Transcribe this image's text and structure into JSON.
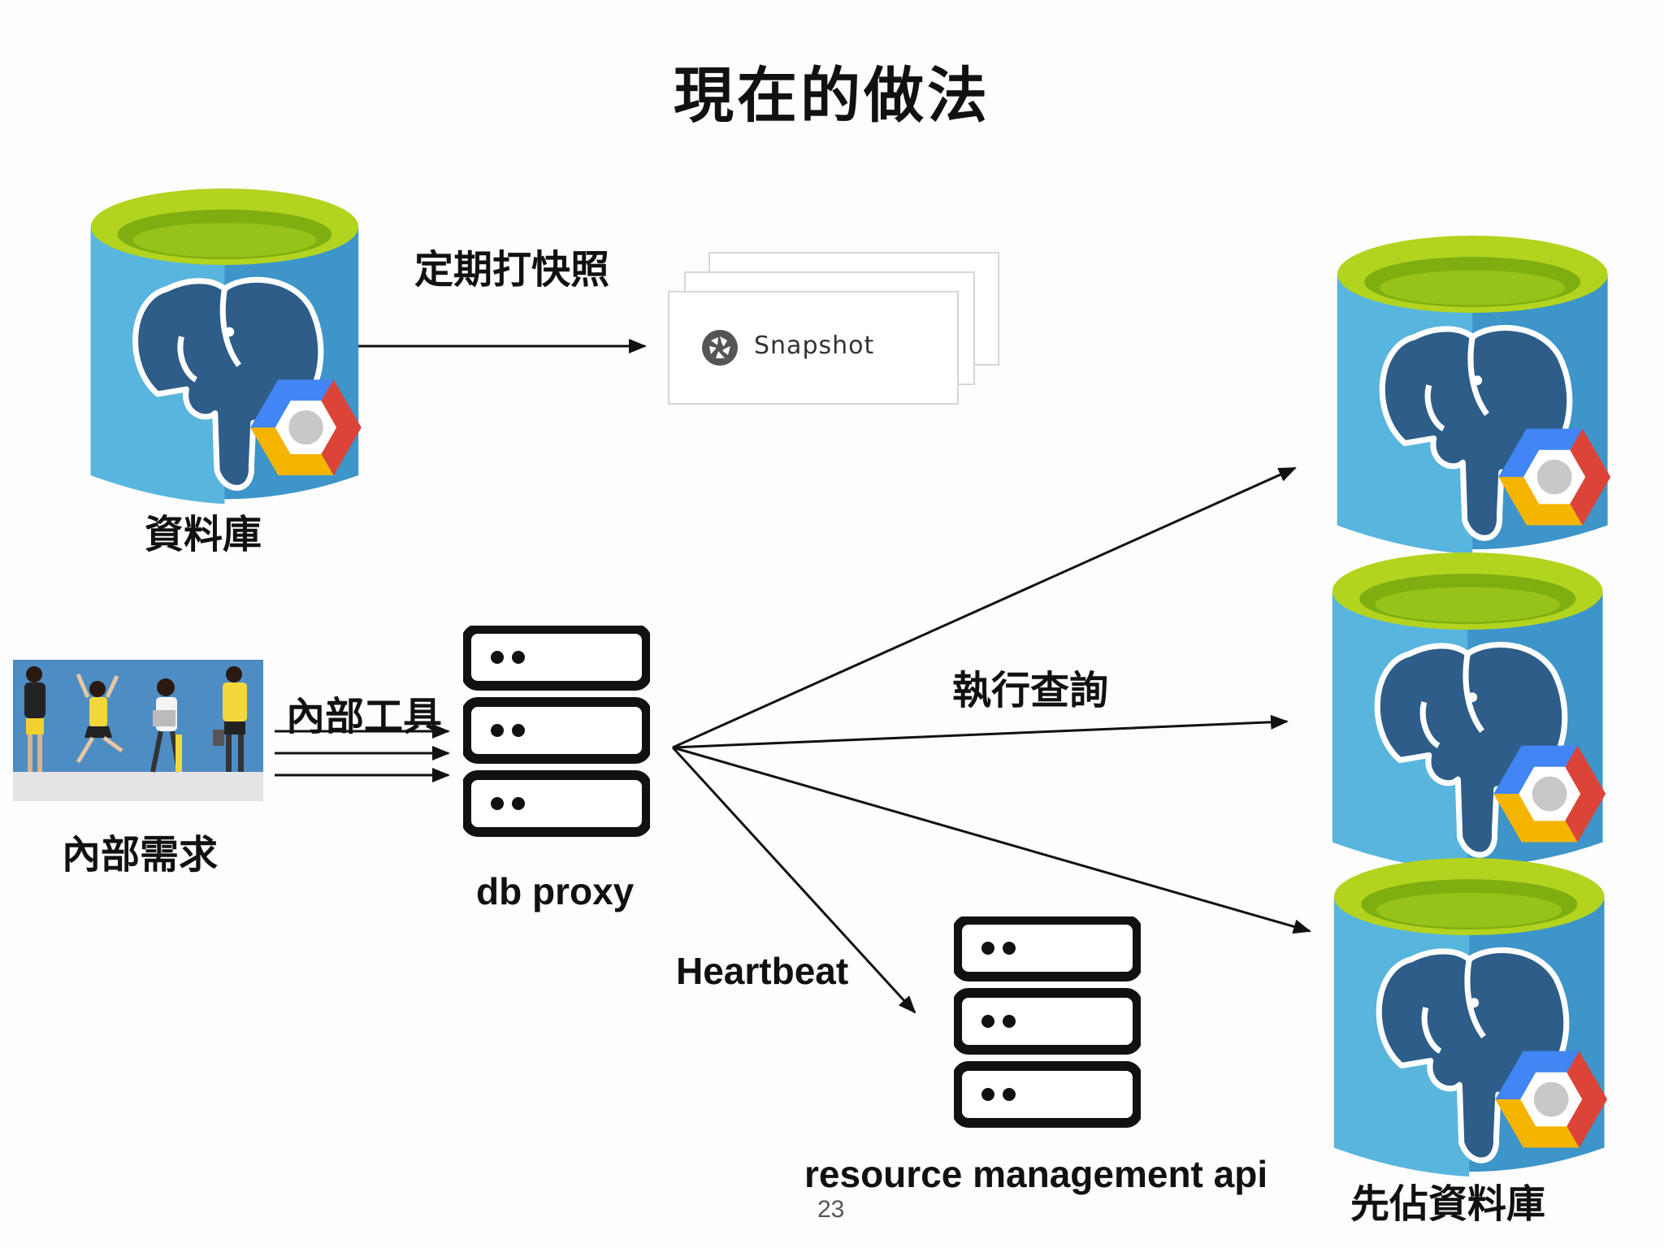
{
  "title": "現在的做法",
  "labels": {
    "source_db": "資料庫",
    "snapshot_action": "定期打快照",
    "internal_needs": "內部需求",
    "internal_tools": "內部工具",
    "proxy": "db proxy",
    "execute_query": "執行查詢",
    "heartbeat": "Heartbeat",
    "resource_api": "resource management api",
    "preempt_db": "先佔資料庫"
  },
  "snapshot": {
    "label": "Snapshot",
    "icon": "camera-shutter-icon"
  },
  "page_number": "23",
  "colors": {
    "db_blue_light": "#57b3dd",
    "db_blue_dark": "#3c94c9",
    "db_green_top": "#a8cc1a",
    "elephant": "#2d5d88",
    "gcp_blue": "#4285f4",
    "gcp_red": "#db4437",
    "gcp_yellow": "#f4b400",
    "server_black": "#111111",
    "arrow": "#111111",
    "poster_blue": "#4e8cc4",
    "poster_yellow": "#f3d73a"
  },
  "icons": [
    "postgres-elephant-icon",
    "google-cloud-hexagon-icon",
    "server-rack-icon",
    "camera-shutter-icon"
  ]
}
